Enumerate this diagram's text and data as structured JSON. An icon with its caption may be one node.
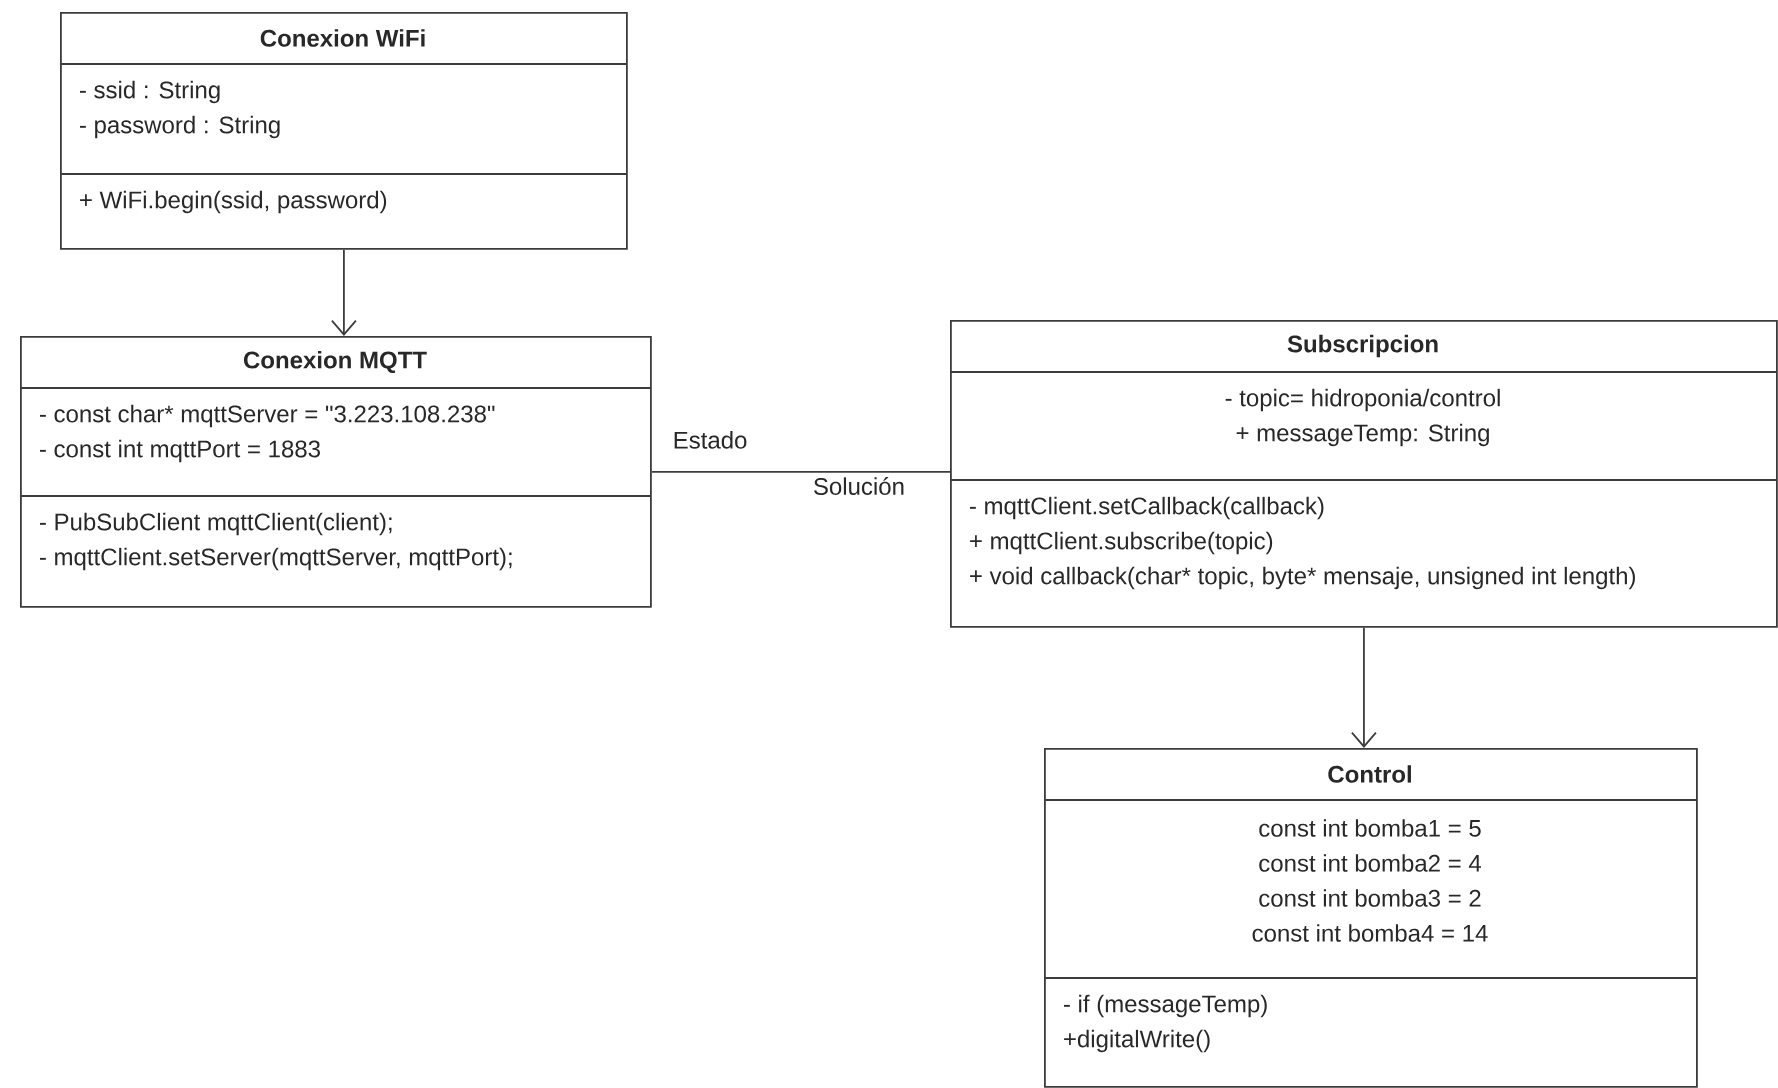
{
  "diagram": {
    "nodes": [
      {
        "text": [
          "Conexion WiFi",
          "- ssid : String",
          "- password : String",
          "+ WiFi.begin(ssid, password)"
        ]
      },
      {
        "text": [
          "Conexion MQTT",
          "- const char* mqttServer = \"3.223.108.238\"",
          "- const int mqttPort = 1883",
          "- PubSubClient mqttClient(client);",
          "- mqttClient.setServer(mqttServer, mqttPort);"
        ]
      },
      {
        "text": [
          "Subscripcion",
          "- topic= hidroponia/control",
          "+ messageTemp: String",
          "- mqttClient.setCallback(callback)",
          "+ mqttClient.subscribe(topic)",
          "+ void callback(char* topic, byte* mensaje, unsigned int length)"
        ]
      },
      {
        "text": [
          "Control",
          "const int bomba1 = 5",
          "const int bomba2 = 4",
          "const int bomba3 = 2",
          "const int bomba4 = 14",
          "- if (messageTemp)",
          "+digitalWrite()"
        ]
      }
    ],
    "edges": [
      {
        "from": 0,
        "to": 1,
        "arrow": "to"
      },
      {
        "from": 1,
        "to": 2,
        "arrow": "none",
        "label": "Estado"
      },
      {
        "from": 2,
        "to": 3,
        "arrow": "to"
      }
    ],
    "labels": [
      "Solución"
    ]
  }
}
